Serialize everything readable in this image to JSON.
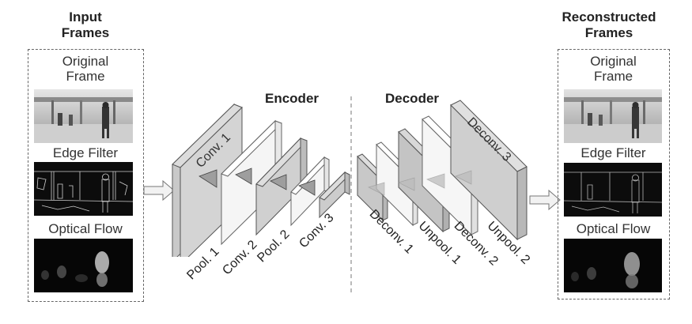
{
  "input": {
    "title_line1": "Input",
    "title_line2": "Frames",
    "labels": [
      "Original Frame",
      "Edge Filter",
      "Optical Flow"
    ],
    "label_lines": [
      [
        "Original",
        "Frame"
      ],
      [
        "Edge Filter"
      ],
      [
        "Optical Flow"
      ]
    ]
  },
  "output": {
    "title_line1": "Reconstructed",
    "title_line2": "Frames",
    "label_lines": [
      [
        "Original",
        "Frame"
      ],
      [
        "Edge Filter"
      ],
      [
        "Optical Flow"
      ]
    ]
  },
  "encoder": {
    "title": "Encoder",
    "layers": [
      "Conv. 1",
      "Pool. 1",
      "Conv. 2",
      "Pool. 2",
      "Conv. 3"
    ]
  },
  "decoder": {
    "title": "Decoder",
    "layers": [
      "Deconv. 1",
      "Unpool. 1",
      "Deconv. 2",
      "Unpool. 2",
      "Deconv. 3"
    ]
  }
}
